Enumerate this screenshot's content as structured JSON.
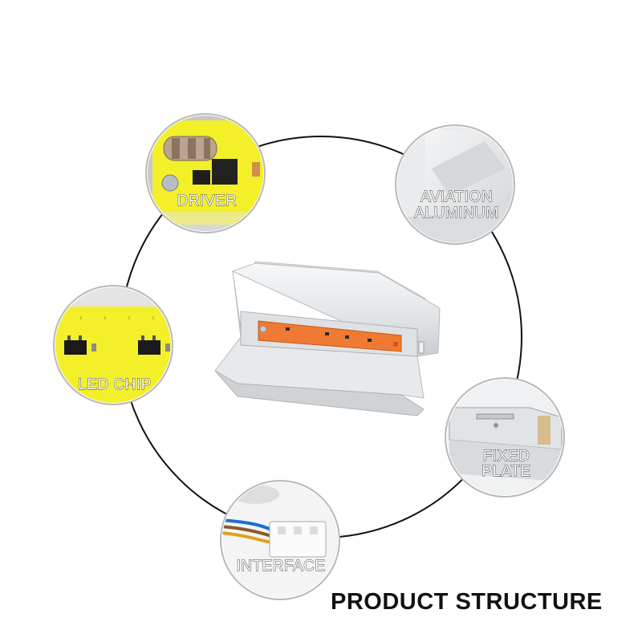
{
  "title": "PRODUCT STRUCTURE",
  "callouts": {
    "driver": "DRIVER",
    "aviation_line1": "AVIATION",
    "aviation_line2": "ALUMINUM",
    "led_chip": "LED CHIP",
    "fixed_line1": "FIXED",
    "fixed_line2": "PLATE",
    "interface": "INTERFACE"
  },
  "colors": {
    "pcb_yellow": "#f3f02a",
    "led_orange": "#f07a33",
    "aluminum": "#e6e8ea",
    "ring": "#111111"
  }
}
